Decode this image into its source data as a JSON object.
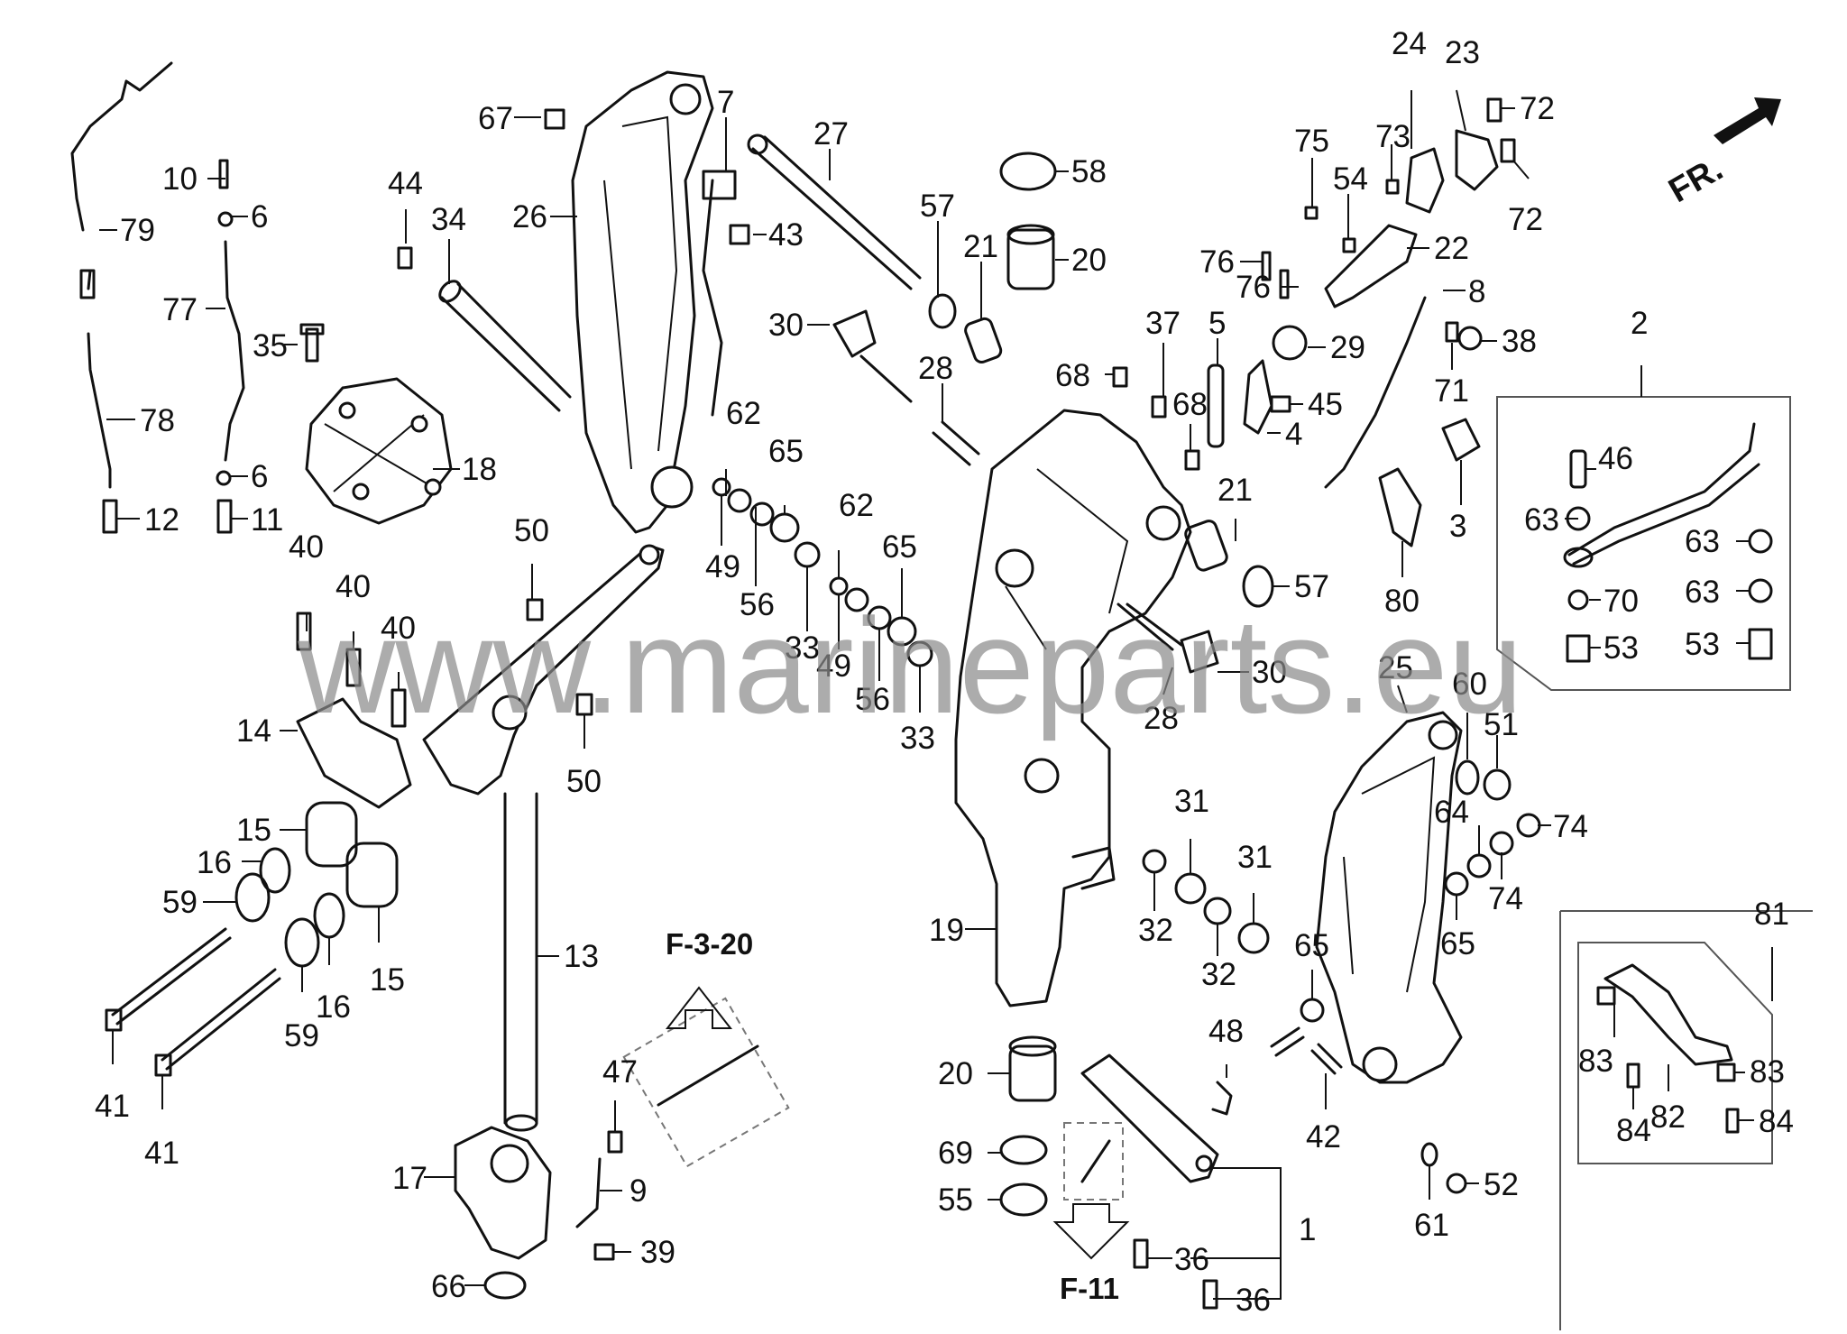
{
  "watermark": {
    "text": "www.marineparts.eu"
  },
  "references": {
    "upper": "F-3-20",
    "lower": "F-11"
  },
  "direction": {
    "label": "FR."
  },
  "callouts": [
    {
      "id": "c79",
      "label": "79"
    },
    {
      "id": "c10",
      "label": "10"
    },
    {
      "id": "c6a",
      "label": "6"
    },
    {
      "id": "c77",
      "label": "77"
    },
    {
      "id": "c35",
      "label": "35"
    },
    {
      "id": "c78",
      "label": "78"
    },
    {
      "id": "c6b",
      "label": "6"
    },
    {
      "id": "c12",
      "label": "12"
    },
    {
      "id": "c11",
      "label": "11"
    },
    {
      "id": "c18",
      "label": "18"
    },
    {
      "id": "c44",
      "label": "44"
    },
    {
      "id": "c34",
      "label": "34"
    },
    {
      "id": "c26",
      "label": "26"
    },
    {
      "id": "c67",
      "label": "67"
    },
    {
      "id": "c7",
      "label": "7"
    },
    {
      "id": "c43",
      "label": "43"
    },
    {
      "id": "c27",
      "label": "27"
    },
    {
      "id": "c30a",
      "label": "30"
    },
    {
      "id": "c62a",
      "label": "62"
    },
    {
      "id": "c65a",
      "label": "65"
    },
    {
      "id": "c49a",
      "label": "49"
    },
    {
      "id": "c56a",
      "label": "56"
    },
    {
      "id": "c33a",
      "label": "33"
    },
    {
      "id": "c62b",
      "label": "62"
    },
    {
      "id": "c65b",
      "label": "65"
    },
    {
      "id": "c49b",
      "label": "49"
    },
    {
      "id": "c56b",
      "label": "56"
    },
    {
      "id": "c33b",
      "label": "33"
    },
    {
      "id": "c57a",
      "label": "57"
    },
    {
      "id": "c21a",
      "label": "21"
    },
    {
      "id": "c20a",
      "label": "20"
    },
    {
      "id": "c58",
      "label": "58"
    },
    {
      "id": "c28a",
      "label": "28"
    },
    {
      "id": "c40a",
      "label": "40"
    },
    {
      "id": "c40b",
      "label": "40"
    },
    {
      "id": "c40c",
      "label": "40"
    },
    {
      "id": "c14",
      "label": "14"
    },
    {
      "id": "c15a",
      "label": "15"
    },
    {
      "id": "c16a",
      "label": "16"
    },
    {
      "id": "c59a",
      "label": "59"
    },
    {
      "id": "c15b",
      "label": "15"
    },
    {
      "id": "c16b",
      "label": "16"
    },
    {
      "id": "c59b",
      "label": "59"
    },
    {
      "id": "c41a",
      "label": "41"
    },
    {
      "id": "c41b",
      "label": "41"
    },
    {
      "id": "c50a",
      "label": "50"
    },
    {
      "id": "c50b",
      "label": "50"
    },
    {
      "id": "c13",
      "label": "13"
    },
    {
      "id": "c17",
      "label": "17"
    },
    {
      "id": "c66",
      "label": "66"
    },
    {
      "id": "c47",
      "label": "47"
    },
    {
      "id": "c9",
      "label": "9"
    },
    {
      "id": "c39",
      "label": "39"
    },
    {
      "id": "c68a",
      "label": "68"
    },
    {
      "id": "c37",
      "label": "37"
    },
    {
      "id": "c5",
      "label": "5"
    },
    {
      "id": "c68b",
      "label": "68"
    },
    {
      "id": "c45",
      "label": "45"
    },
    {
      "id": "c4",
      "label": "4"
    },
    {
      "id": "c29",
      "label": "29"
    },
    {
      "id": "c76a",
      "label": "76"
    },
    {
      "id": "c76b",
      "label": "76"
    },
    {
      "id": "c75",
      "label": "75"
    },
    {
      "id": "c54",
      "label": "54"
    },
    {
      "id": "c73",
      "label": "73"
    },
    {
      "id": "c24",
      "label": "24"
    },
    {
      "id": "c23",
      "label": "23"
    },
    {
      "id": "c72a",
      "label": "72"
    },
    {
      "id": "c72b",
      "label": "72"
    },
    {
      "id": "c22",
      "label": "22"
    },
    {
      "id": "c8",
      "label": "8"
    },
    {
      "id": "c71",
      "label": "71"
    },
    {
      "id": "c38",
      "label": "38"
    },
    {
      "id": "c3",
      "label": "3"
    },
    {
      "id": "c80",
      "label": "80"
    },
    {
      "id": "c21b",
      "label": "21"
    },
    {
      "id": "c57b",
      "label": "57"
    },
    {
      "id": "c30b",
      "label": "30"
    },
    {
      "id": "c28b",
      "label": "28"
    },
    {
      "id": "c19",
      "label": "19"
    },
    {
      "id": "c2",
      "label": "2"
    },
    {
      "id": "c46",
      "label": "46"
    },
    {
      "id": "c63a",
      "label": "63"
    },
    {
      "id": "c63b",
      "label": "63"
    },
    {
      "id": "c63c",
      "label": "63"
    },
    {
      "id": "c70",
      "label": "70"
    },
    {
      "id": "c53a",
      "label": "53"
    },
    {
      "id": "c53b",
      "label": "53"
    },
    {
      "id": "c25",
      "label": "25"
    },
    {
      "id": "c60",
      "label": "60"
    },
    {
      "id": "c51",
      "label": "51"
    },
    {
      "id": "c64",
      "label": "64"
    },
    {
      "id": "c74a",
      "label": "74"
    },
    {
      "id": "c74b",
      "label": "74"
    },
    {
      "id": "c65c",
      "label": "65"
    },
    {
      "id": "c31a",
      "label": "31"
    },
    {
      "id": "c31b",
      "label": "31"
    },
    {
      "id": "c32a",
      "label": "32"
    },
    {
      "id": "c32b",
      "label": "32"
    },
    {
      "id": "c65d",
      "label": "65"
    },
    {
      "id": "c48",
      "label": "48"
    },
    {
      "id": "c42",
      "label": "42"
    },
    {
      "id": "c20b",
      "label": "20"
    },
    {
      "id": "c69",
      "label": "69"
    },
    {
      "id": "c55",
      "label": "55"
    },
    {
      "id": "c36a",
      "label": "36"
    },
    {
      "id": "c36b",
      "label": "36"
    },
    {
      "id": "c1",
      "label": "1"
    },
    {
      "id": "c61",
      "label": "61"
    },
    {
      "id": "c52",
      "label": "52"
    },
    {
      "id": "c81",
      "label": "81"
    },
    {
      "id": "c83a",
      "label": "83"
    },
    {
      "id": "c83b",
      "label": "83"
    },
    {
      "id": "c82",
      "label": "82"
    },
    {
      "id": "c84a",
      "label": "84"
    },
    {
      "id": "c84b",
      "label": "84"
    }
  ]
}
